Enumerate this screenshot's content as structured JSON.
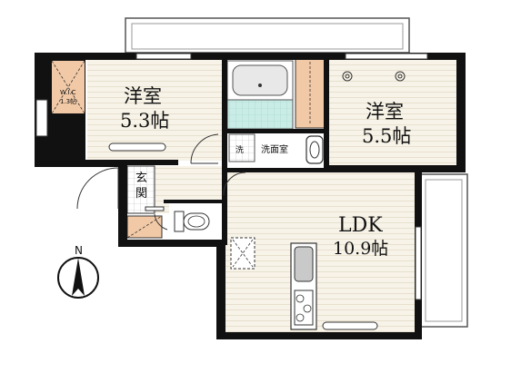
{
  "rooms": {
    "western_1": {
      "name": "洋室",
      "size": "5.3帖"
    },
    "western_2": {
      "name": "洋室",
      "size": "5.5帖"
    },
    "ldk": {
      "name": "LDK",
      "size": "10.9帖"
    },
    "wic": {
      "name": "W.I.C",
      "size": "1.3帖"
    },
    "washroom": {
      "name": "洗面室",
      "washer_mark": "洗"
    },
    "entrance": {
      "name_top": "玄",
      "name_bottom": "関"
    }
  },
  "compass": {
    "label": "N"
  },
  "colors": {
    "wall": "#111111",
    "floor": "#f7f3e8",
    "wood_grain": "#e3dcc8",
    "storage": "#f2c9a6",
    "bath_tile": "#c9ece6",
    "water": "#c9c9c9"
  }
}
